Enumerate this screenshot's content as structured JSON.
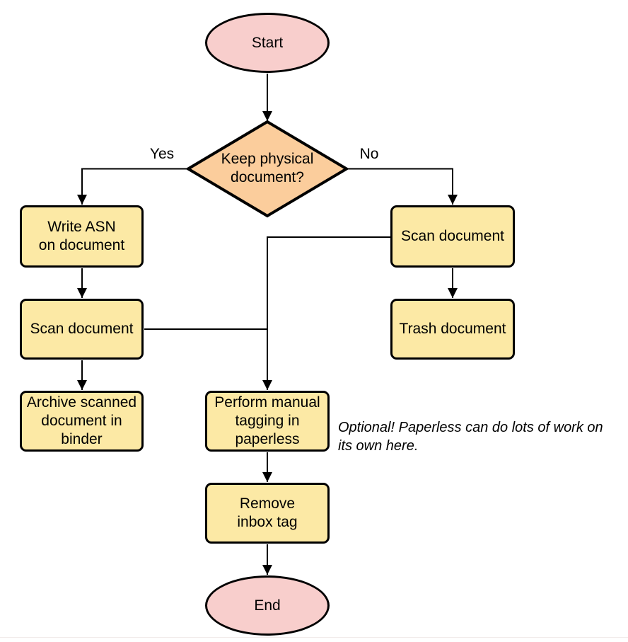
{
  "diagram": {
    "nodes": {
      "start": {
        "label": "Start"
      },
      "decision_keep_physical": {
        "label": "Keep physical\ndocument?"
      },
      "write_asn": {
        "label": "Write ASN\non document"
      },
      "scan_document_left": {
        "label": "Scan document"
      },
      "archive_scanned": {
        "label": "Archive scanned\ndocument in\nbinder"
      },
      "scan_document_right": {
        "label": "Scan document"
      },
      "trash_document": {
        "label": "Trash document"
      },
      "manual_tagging": {
        "label": "Perform manual\ntagging in\npaperless"
      },
      "remove_inbox_tag": {
        "label": "Remove\ninbox tag"
      },
      "end": {
        "label": "End"
      }
    },
    "edge_labels": {
      "yes": "Yes",
      "no": "No"
    },
    "note": {
      "text": "Optional! Paperless can do lots of work on\nits own here."
    },
    "colors": {
      "terminator_fill": "#f8cecc",
      "decision_fill": "#fbcd9c",
      "process_fill": "#fce9a5",
      "stroke": "#000000",
      "edge": "#000000"
    }
  }
}
